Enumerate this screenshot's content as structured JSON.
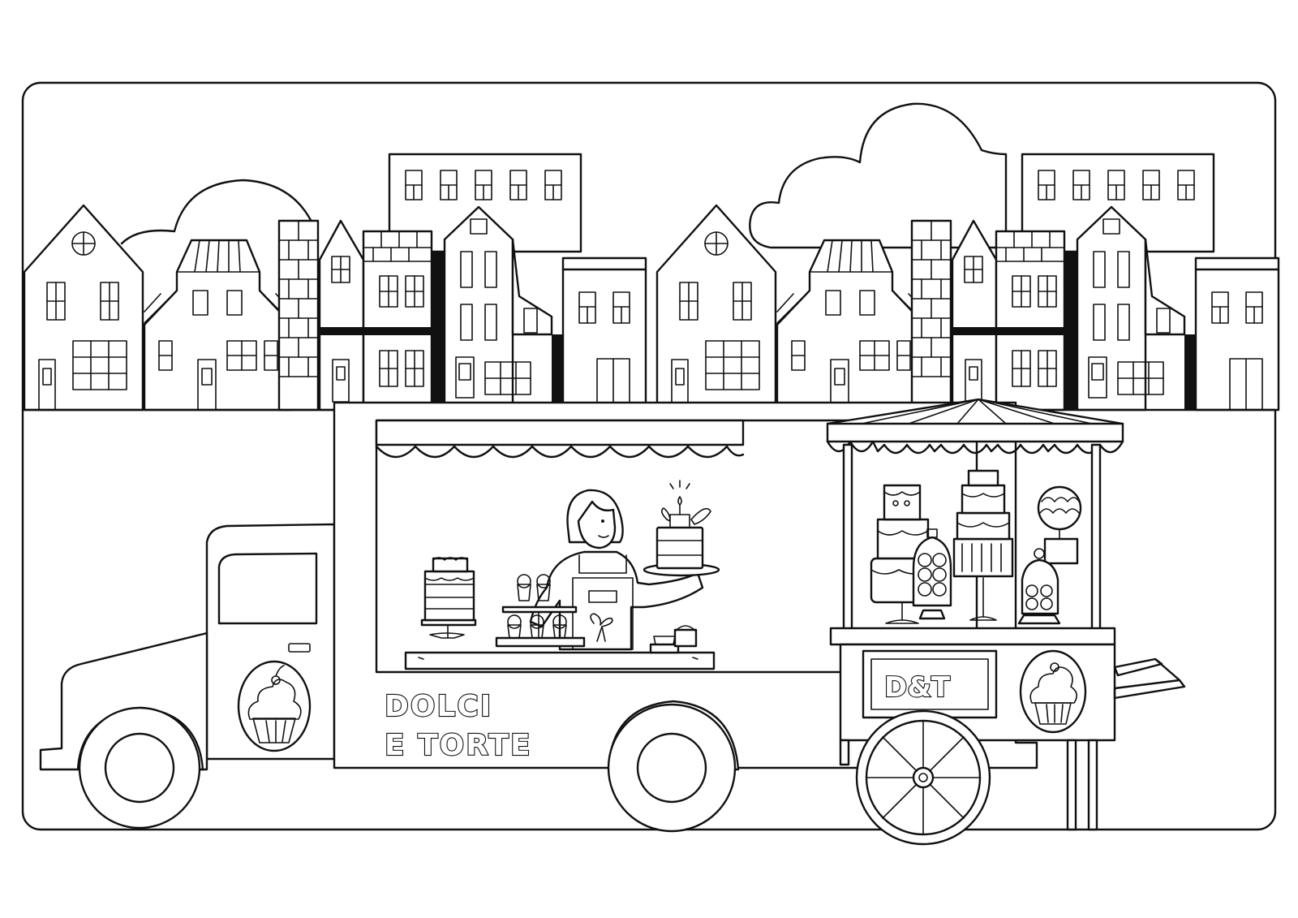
{
  "truck": {
    "sign_line1": "DOLCI",
    "sign_line2": "E TORTE"
  },
  "cart": {
    "sign": "D&T"
  },
  "colors": {
    "line": "#111111",
    "paper": "#ffffff"
  }
}
